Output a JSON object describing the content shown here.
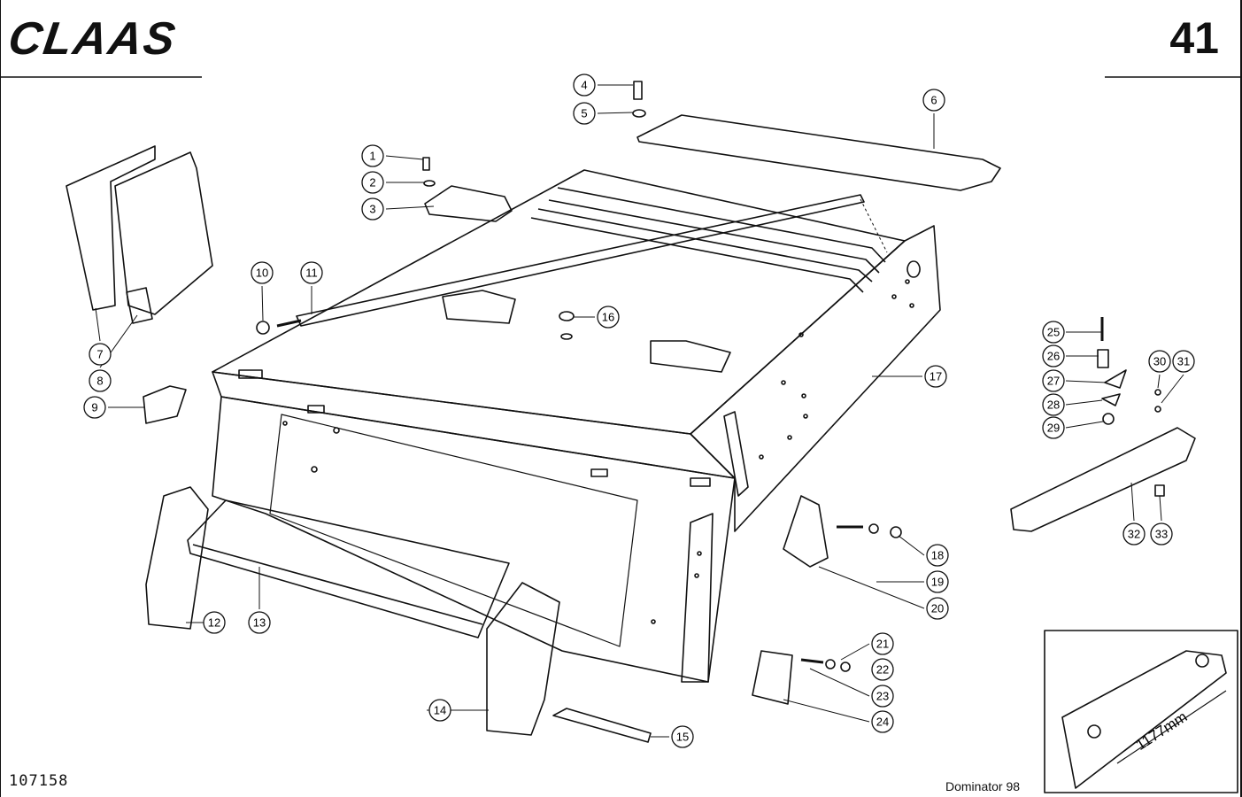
{
  "header": {
    "brand": "CLAAS",
    "page_number": "41"
  },
  "footer": {
    "drawing_number": "107158",
    "model": "Dominator 98"
  },
  "callouts": [
    "1",
    "2",
    "3",
    "4",
    "5",
    "6",
    "7",
    "8",
    "9",
    "10",
    "11",
    "12",
    "13",
    "14",
    "15",
    "16",
    "17",
    "18",
    "19",
    "20",
    "21",
    "22",
    "23",
    "24",
    "25",
    "26",
    "27",
    "28",
    "29",
    "30",
    "31",
    "32",
    "33"
  ],
  "inset": {
    "dimension": "1177mm"
  }
}
